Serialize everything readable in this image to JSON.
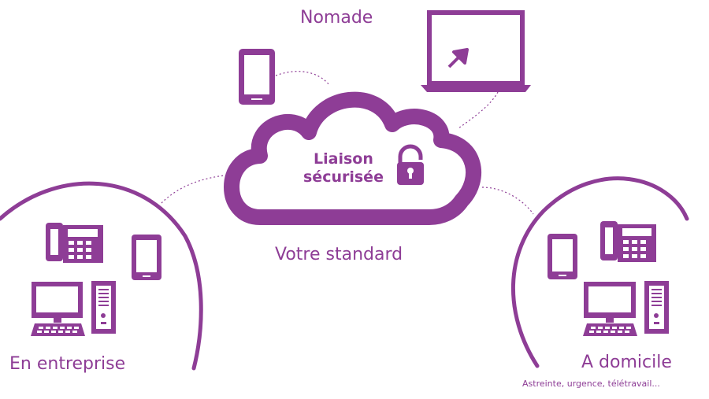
{
  "colors": {
    "accent": "#8e3d96",
    "background": "#ffffff"
  },
  "labels": {
    "nomade": "Nomade",
    "cloud_line1": "Liaison",
    "cloud_line2": "sécurisée",
    "standard": "Votre standard",
    "entreprise": "En entreprise",
    "domicile": "A domicile",
    "domicile_sub": "Astreinte, urgence, télétravail..."
  },
  "icons": [
    "cloud-icon",
    "padlock-icon",
    "laptop-icon",
    "cursor-arrow-icon",
    "smartphone-icon",
    "desk-phone-icon",
    "desktop-monitor-icon",
    "keyboard-icon",
    "computer-tower-icon"
  ]
}
